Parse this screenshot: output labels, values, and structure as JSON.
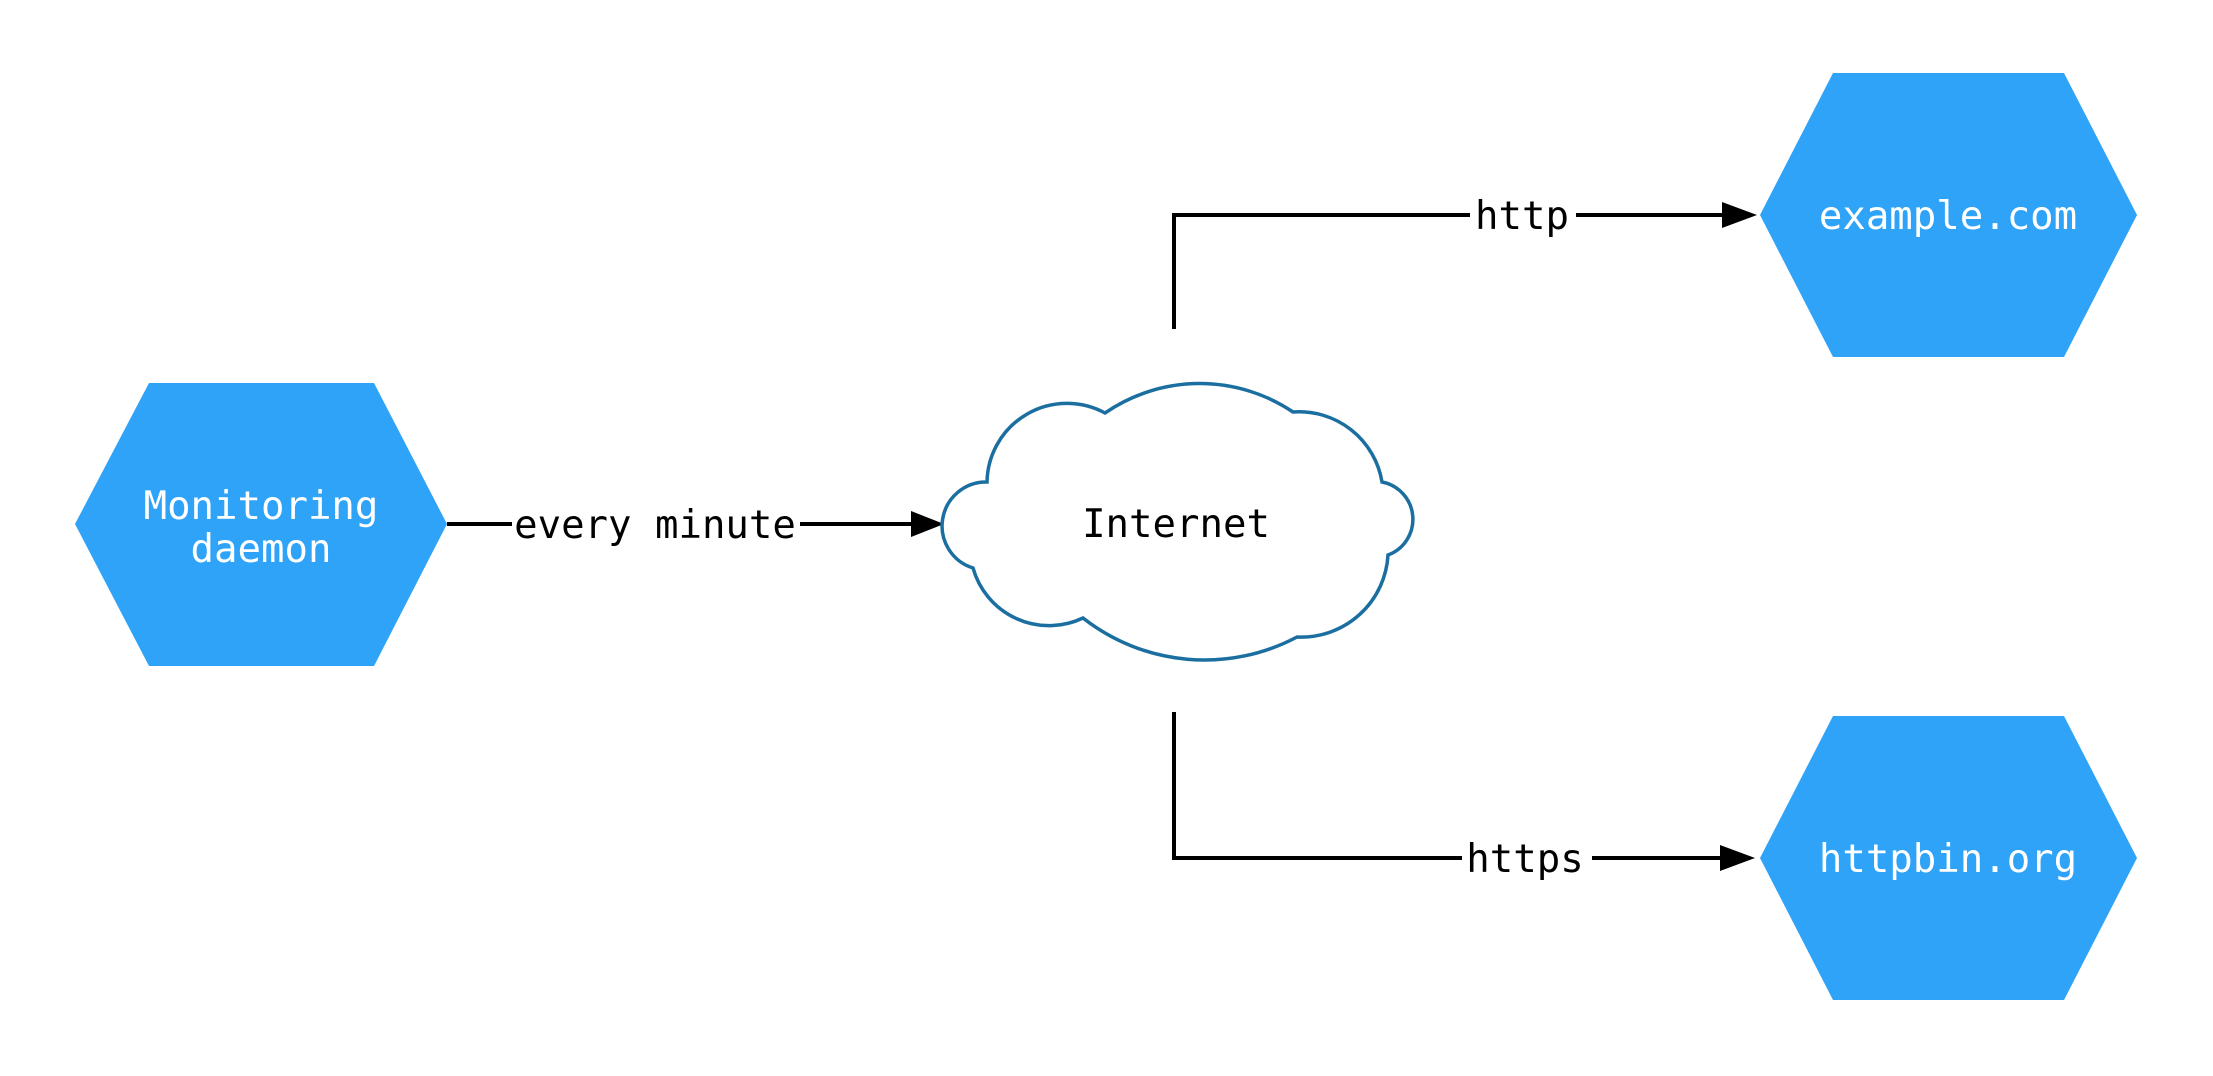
{
  "diagram": {
    "nodes": {
      "monitoring_daemon": {
        "shape": "hexagon",
        "label": "Monitoring daemon",
        "label_lines": [
          "Monitoring",
          "daemon"
        ]
      },
      "internet": {
        "shape": "cloud",
        "label": "Internet"
      },
      "example_com": {
        "shape": "hexagon",
        "label": "example.com"
      },
      "httpbin_org": {
        "shape": "hexagon",
        "label": "httpbin.org"
      }
    },
    "edges": {
      "daemon_to_internet": {
        "label": "every minute"
      },
      "internet_to_example": {
        "label": "http"
      },
      "internet_to_httpbin": {
        "label": "https"
      }
    },
    "colors": {
      "background": "#FFFFFF",
      "node_fill": "#2FA3F8",
      "node_text": "#FFFFFF",
      "cloud_fill": "#FFFFFF",
      "cloud_stroke": "#1B6FA0",
      "edge_color": "#000000",
      "edge_text": "#000000"
    }
  }
}
